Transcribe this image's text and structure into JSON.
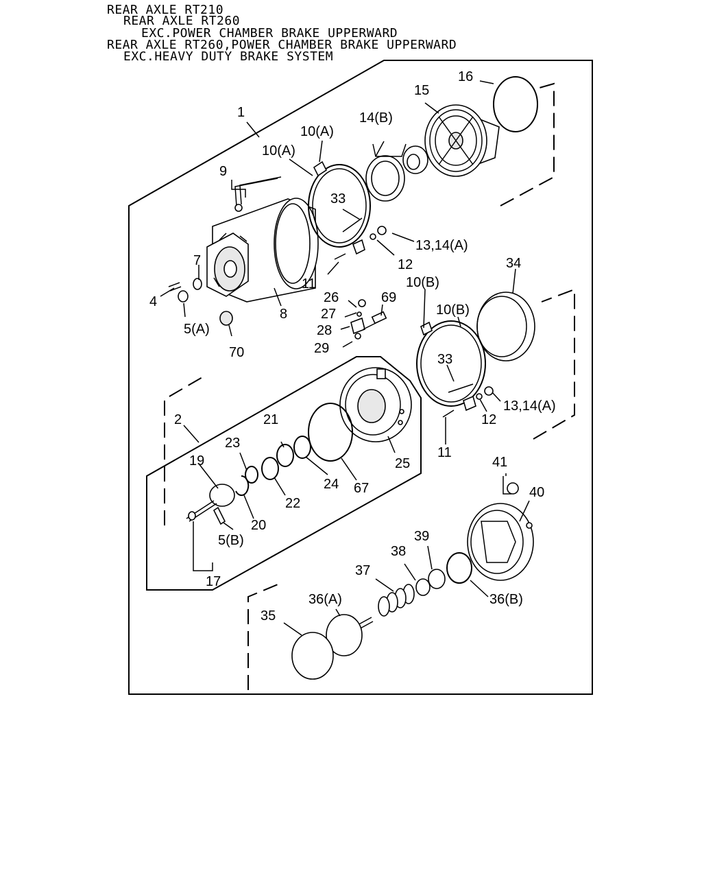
{
  "header": {
    "line1": "REAR AXLE RT210",
    "line2": "REAR AXLE RT260",
    "line3": "EXC.POWER CHAMBER BRAKE UPPERWARD",
    "line4": "REAR AXLE RT260,POWER CHAMBER BRAKE UPPERWARD",
    "line5": "EXC.HEAVY DUTY BRAKE SYSTEM"
  },
  "callouts": {
    "c1": "1",
    "c2": "2",
    "c4": "4",
    "c5a": "5(A)",
    "c5b": "5(B)",
    "c7": "7",
    "c8": "8",
    "c9": "9",
    "c10a_1": "10(A)",
    "c10a_2": "10(A)",
    "c10b_1": "10(B)",
    "c10b_2": "10(B)",
    "c11_1": "11",
    "c11_2": "11",
    "c12_1": "12",
    "c12_2": "12",
    "c13_1": "13,14(A)",
    "c13_2": "13,14(A)",
    "c14b": "14(B)",
    "c15": "15",
    "c16": "16",
    "c17": "17",
    "c19": "19",
    "c20": "20",
    "c21": "21",
    "c22": "22",
    "c23": "23",
    "c24": "24",
    "c25": "25",
    "c26": "26",
    "c27": "27",
    "c28": "28",
    "c29": "29",
    "c33_1": "33",
    "c33_2": "33",
    "c34": "34",
    "c35": "35",
    "c36a": "36(A)",
    "c36b": "36(B)",
    "c37": "37",
    "c38": "38",
    "c39": "39",
    "c40": "40",
    "c41": "41",
    "c67": "67",
    "c69": "69",
    "c70": "70"
  }
}
